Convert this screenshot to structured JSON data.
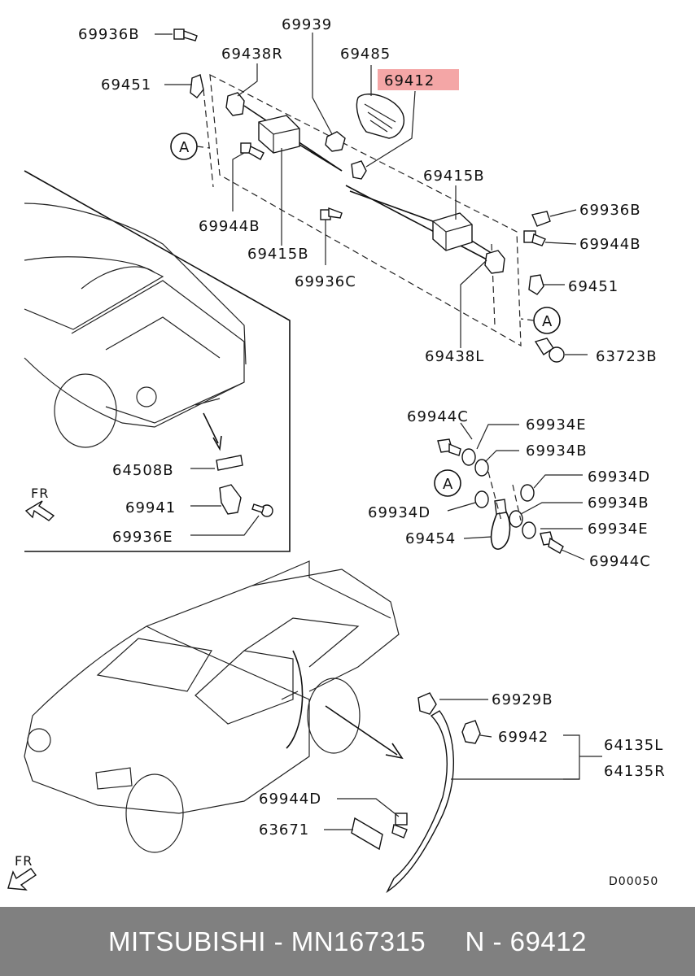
{
  "labels": {
    "l69936B_a": "69936B",
    "l69939": "69939",
    "l69438R": "69438R",
    "l69485": "69485",
    "l69412": "69412",
    "l69451_a": "69451",
    "lA_1": "A",
    "l69944B_a": "69944B",
    "l69415B_a": "69415B",
    "l69415B_b": "69415B",
    "l69936C": "69936C",
    "l69936B_b": "69936B",
    "l69944B_b": "69944B",
    "l69451_b": "69451",
    "lA_2": "A",
    "l69438L": "69438L",
    "l63723B": "63723B",
    "l69944C_a": "69944C",
    "l69934E_a": "69934E",
    "l69934B_a": "69934B",
    "lA_3": "A",
    "l69934D_a": "69934D",
    "l69934D_b": "69934D",
    "l69934B_b": "69934B",
    "l69934E_b": "69934E",
    "l69454": "69454",
    "l69944C_b": "69944C",
    "l64508B": "64508B",
    "l69941": "69941",
    "l69936E": "69936E",
    "lFR_1": "FR",
    "l69929B": "69929B",
    "l69942": "69942",
    "l64135L": "64135L",
    "l64135R": "64135R",
    "l69944D": "69944D",
    "l63671": "63671",
    "lFR_2": "FR",
    "lD00050": "D00050"
  },
  "highlight": {
    "part": "69412",
    "color": "#f4a6a6"
  },
  "footer": {
    "text": "MITSUBISHI - MN167315     N - 69412",
    "background": "#808080",
    "color": "#ffffff"
  }
}
